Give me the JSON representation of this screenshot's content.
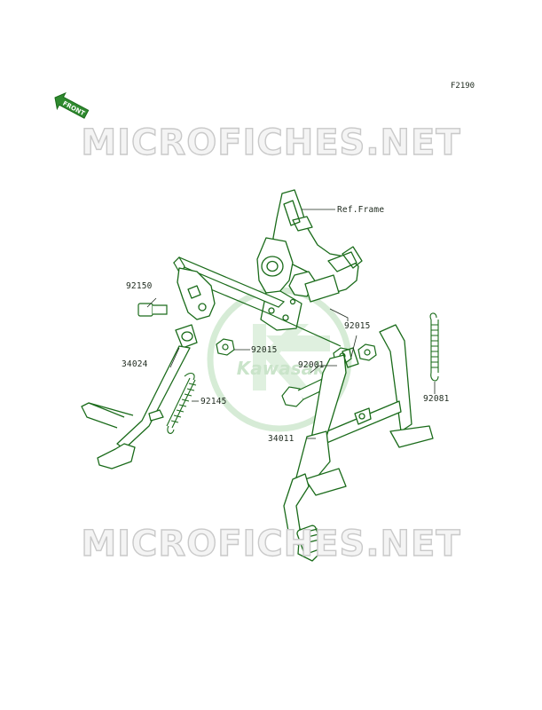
{
  "diagram_code": "F2190",
  "front_label": "FRONT",
  "watermark_text": "MICROFICHES.NET",
  "logo_text": "Kawasaki",
  "parts": [
    {
      "id": "ref-frame",
      "label": "Ref.Frame"
    },
    {
      "id": "92150",
      "label": "92150"
    },
    {
      "id": "92015a",
      "label": "92015"
    },
    {
      "id": "34024",
      "label": "34024"
    },
    {
      "id": "92145",
      "label": "92145"
    },
    {
      "id": "92015b",
      "label": "92015"
    },
    {
      "id": "92001",
      "label": "92001"
    },
    {
      "id": "92081",
      "label": "92081"
    },
    {
      "id": "34011",
      "label": "34011"
    }
  ],
  "colors": {
    "line": "#1a6b1a",
    "fill": "#ffffff",
    "accent": "#2f8a2f",
    "logo": "#b5dcb5"
  }
}
